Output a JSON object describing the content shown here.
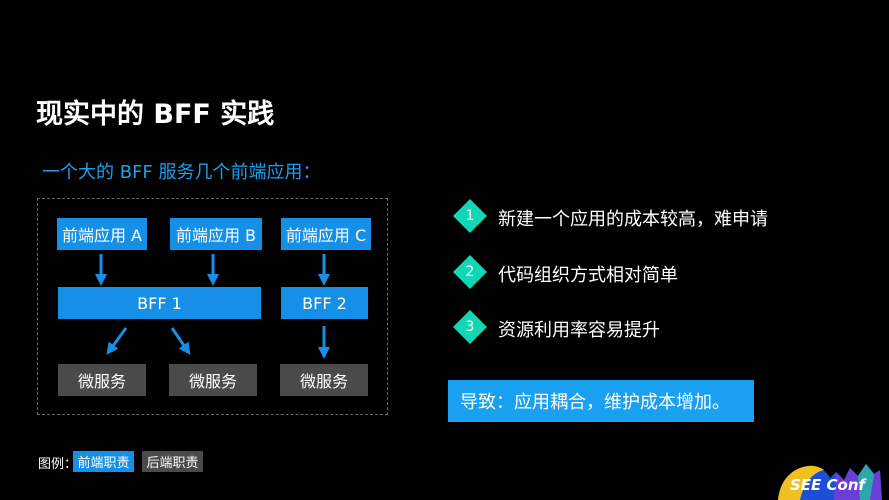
{
  "slide": {
    "title": "现实中的 BFF 实践",
    "subtitle": "一个大的 BFF 服务几个前端应用："
  },
  "diagram": {
    "apps": [
      "前端应用 A",
      "前端应用 B",
      "前端应用 C"
    ],
    "bff1": "BFF 1",
    "bff2": "BFF 2",
    "services": [
      "微服务",
      "微服务",
      "微服务"
    ]
  },
  "points": [
    {
      "num": "1",
      "text": "新建一个应用的成本较高，难申请"
    },
    {
      "num": "2",
      "text": "代码组织方式相对简单"
    },
    {
      "num": "3",
      "text": "资源利用率容易提升"
    }
  ],
  "conclusion": "导致：应用耦合，维护成本增加。",
  "legend": {
    "label": "图例：",
    "frontend": "前端职责",
    "backend": "后端职责"
  },
  "logo": {
    "text": "SEE Conf",
    "icon": "see-conf-logo"
  },
  "colors": {
    "frontend_blue": "#1590e6",
    "accent_blue": "#1aa0f0",
    "service_gray": "#4a4a4a",
    "diamond_teal": "#13d7b4",
    "background": "#000000"
  }
}
